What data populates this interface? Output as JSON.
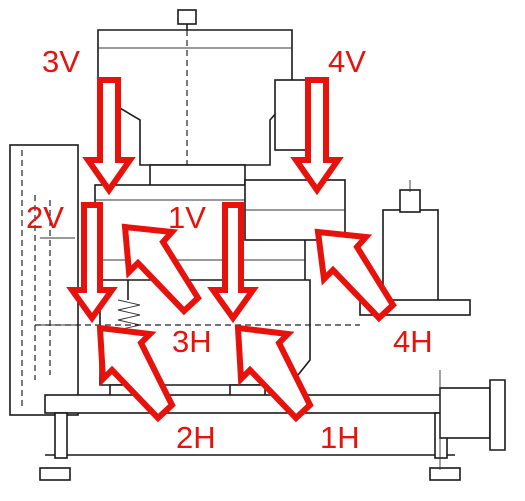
{
  "labels": {
    "v1": "1V",
    "v2": "2V",
    "v3": "3V",
    "v4": "4V",
    "h1": "1H",
    "h2": "2H",
    "h3": "3H",
    "h4": "4H"
  },
  "colors": {
    "arrow": "#e8120c",
    "drawing": "#1a1a1a",
    "background": "#ffffff"
  }
}
